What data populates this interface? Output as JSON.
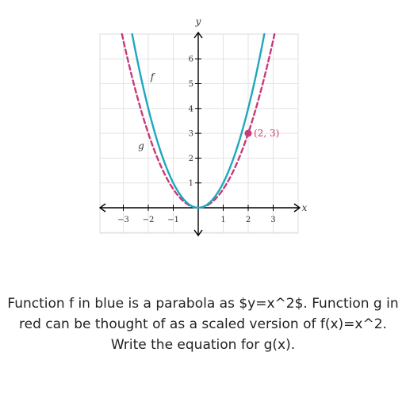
{
  "chart_data": {
    "type": "line",
    "xlabel": "x",
    "ylabel": "y",
    "xlim": [
      -4,
      4
    ],
    "ylim": [
      -1,
      7
    ],
    "x_ticks": [
      -3,
      -2,
      -1,
      1,
      2,
      3
    ],
    "y_ticks": [
      1,
      2,
      3,
      4,
      5,
      6
    ],
    "grid": true,
    "series": [
      {
        "name": "f",
        "equation": "f(x)=x^2",
        "a": 1,
        "color": "#1FA7BF",
        "style": "solid"
      },
      {
        "name": "g",
        "a": 0.75,
        "color": "#C93A7A",
        "style": "dashed"
      }
    ],
    "points": [
      {
        "x": 2,
        "y": 3,
        "label": "(2, 3)",
        "color": "#C93A7A"
      }
    ]
  },
  "question": {
    "lines": [
      "Function f in blue is a parabola as $y=x^2$. Function g in",
      "red can be thought of as a scaled version of f(x)=x^2.",
      "Write the equation for g(x)."
    ]
  }
}
